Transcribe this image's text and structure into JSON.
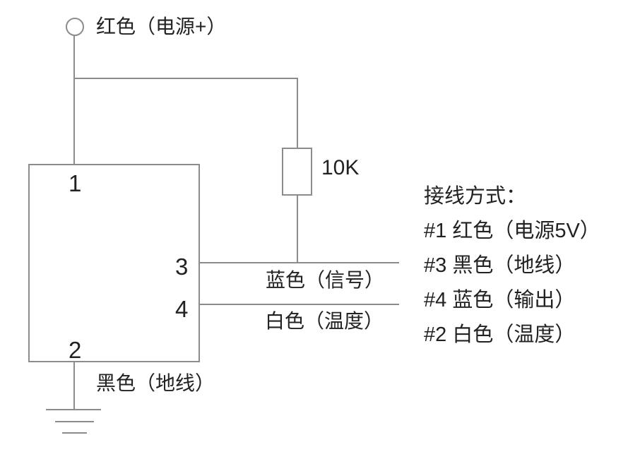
{
  "diagram": {
    "top_terminal_label": "红色（电源+）",
    "resistor_value": "10K",
    "component_pins": {
      "pin1": "1",
      "pin2": "2",
      "pin3": "3",
      "pin4": "4"
    },
    "wire_labels": {
      "pin3_signal": "蓝色（信号）",
      "pin4_temp": "白色（温度）",
      "pin2_ground": "黑色（地线）"
    },
    "legend": {
      "title": "接线方式：",
      "items": [
        "#1 红色（电源5V）",
        "#3 黑色（地线）",
        "#4 蓝色（输出）",
        "#2 白色（温度）"
      ]
    },
    "colors": {
      "wire": "#8c8c8c",
      "text": "#222222",
      "background": "#ffffff"
    }
  }
}
